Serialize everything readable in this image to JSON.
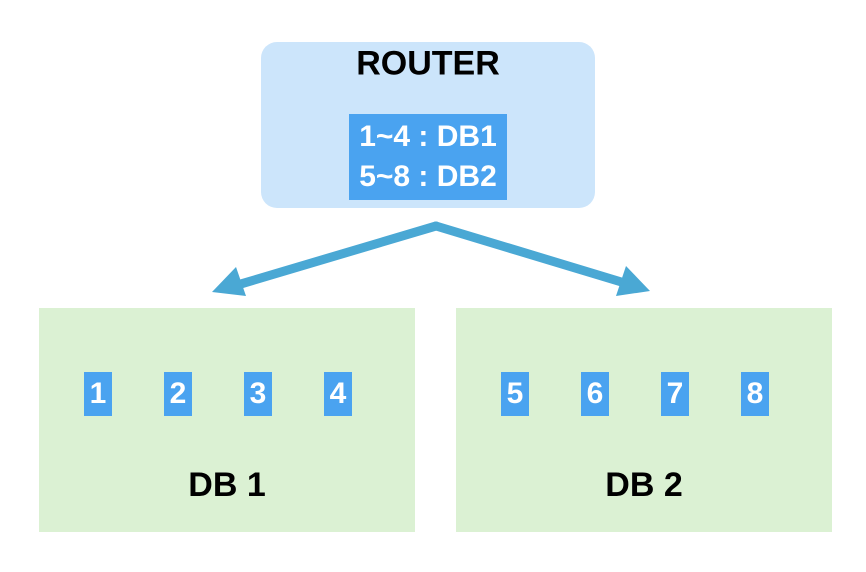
{
  "router": {
    "title": "ROUTER",
    "rules": [
      "1~4 : DB1",
      "5~8 : DB2"
    ]
  },
  "databases": [
    {
      "label": "DB 1",
      "shards": [
        "1",
        "2",
        "3",
        "4"
      ]
    },
    {
      "label": "DB 2",
      "shards": [
        "5",
        "6",
        "7",
        "8"
      ]
    }
  ],
  "colors": {
    "router_fill": "#cce5fb",
    "highlight": "#4aa3f0",
    "db_fill": "#dbf1d3",
    "arrow": "#4aa8d4"
  }
}
